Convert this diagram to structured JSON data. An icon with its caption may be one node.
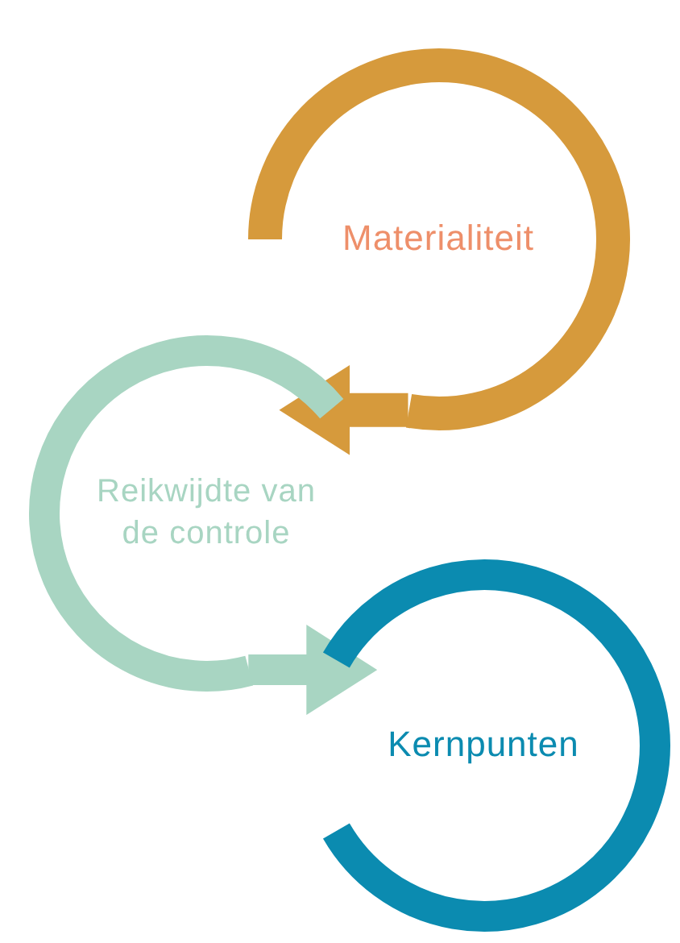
{
  "diagram": {
    "nodes": [
      {
        "text": [
          "Materialiteit"
        ]
      },
      {
        "text": [
          "Reikwijdte van de controle"
        ]
      },
      {
        "text": [
          "Kernpunten"
        ]
      }
    ],
    "edges": [
      {
        "from": 0,
        "to": 1,
        "arrow": "to",
        "color": "#d69a3c"
      },
      {
        "from": 1,
        "to": 2,
        "arrow": "to",
        "color": "#a8d5c2"
      }
    ]
  }
}
